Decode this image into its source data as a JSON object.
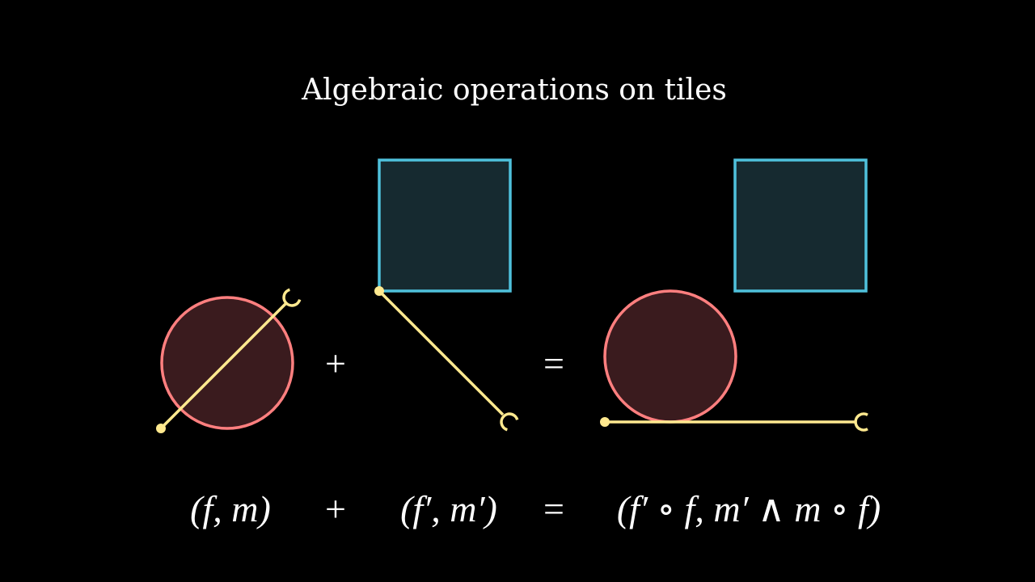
{
  "title": "Algebraic operations on tiles",
  "operators": {
    "plus": "+",
    "equals": "="
  },
  "formula": {
    "left": "(f, m)",
    "plus": "+",
    "right": "(f′, m′)",
    "equals": "=",
    "result": "(f′ ∘ f, m′ ∧ m ∘ f)"
  },
  "colors": {
    "background": "#000000",
    "circle_stroke": "#ff7f7f",
    "circle_fill": "#3a1b1e",
    "square_stroke": "#4fc1dc",
    "square_fill": "#162a30",
    "path": "#ffe98f"
  }
}
